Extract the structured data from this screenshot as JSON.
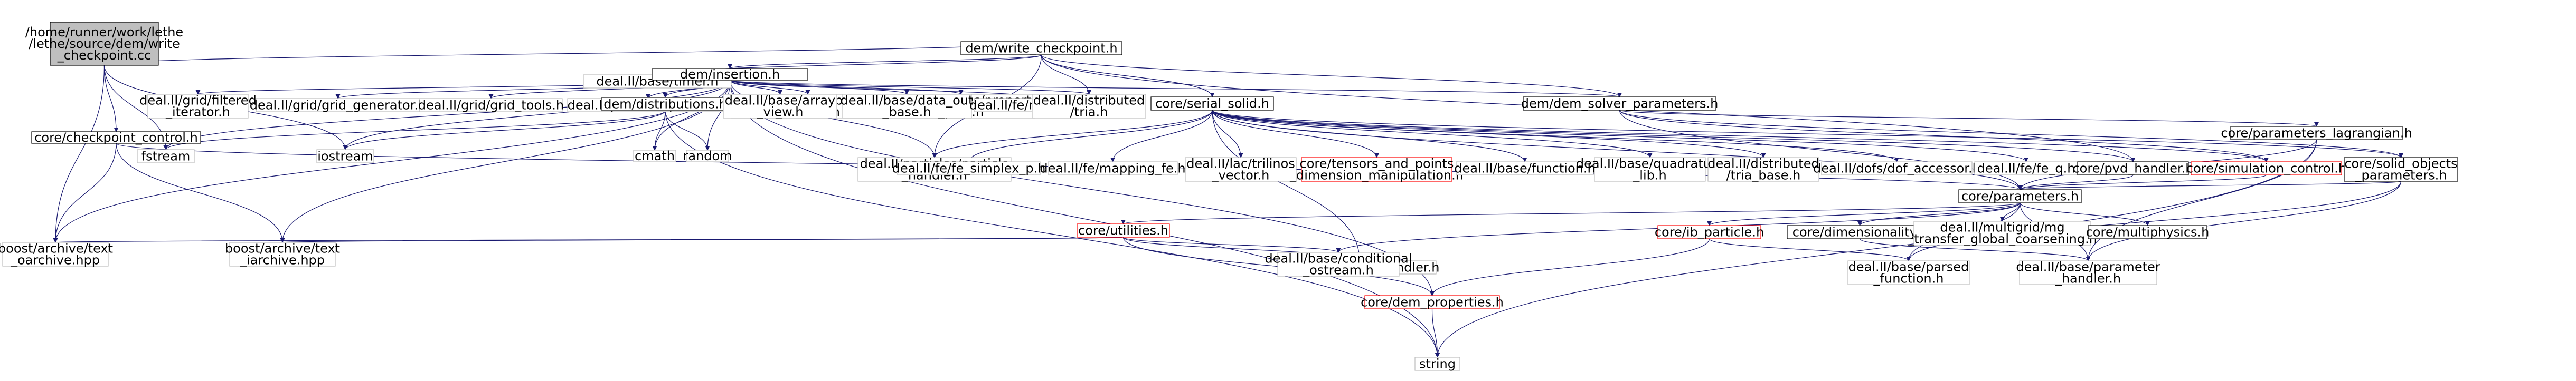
{
  "colors": {
    "edge": "#191970",
    "root_fill": "#bfbfbf",
    "normal_stroke": "#000000",
    "external_stroke": "#bfbfbf",
    "incomplete_stroke": "#ff0000",
    "text": "#000000",
    "background": "#ffffff"
  },
  "nodes": [
    {
      "id": "root",
      "kind": "root",
      "lines": [
        "/home/runner/work/lethe",
        "/lethe/source/dem/write",
        "_checkpoint.cc"
      ]
    },
    {
      "id": "write_checkpoint_h",
      "kind": "normal",
      "lines": [
        "dem/write_checkpoint.h"
      ]
    },
    {
      "id": "timer_h",
      "kind": "external",
      "lines": [
        "deal.II/base/timer.h"
      ]
    },
    {
      "id": "insertion_h",
      "kind": "normal",
      "lines": [
        "dem/insertion.h"
      ]
    },
    {
      "id": "serial_solid_h",
      "kind": "normal",
      "lines": [
        "core/serial_solid.h"
      ]
    },
    {
      "id": "dem_solver_parameters_h",
      "kind": "normal",
      "lines": [
        "dem/dem_solver_parameters.h"
      ]
    },
    {
      "id": "checkpoint_control_h",
      "kind": "normal",
      "lines": [
        "core/checkpoint_control.h"
      ]
    },
    {
      "id": "fstream",
      "kind": "external",
      "lines": [
        "fstream"
      ]
    },
    {
      "id": "iostream",
      "kind": "external",
      "lines": [
        "iostream"
      ]
    },
    {
      "id": "filtered_iterator_h",
      "kind": "external",
      "lines": [
        "deal.II/grid/filtered",
        "_iterator.h"
      ]
    },
    {
      "id": "grid_generator_h",
      "kind": "external",
      "lines": [
        "deal.II/grid/grid_generator.h"
      ]
    },
    {
      "id": "grid_tools_h",
      "kind": "external",
      "lines": [
        "deal.II/grid/grid_tools.h"
      ]
    },
    {
      "id": "particle_h",
      "kind": "external",
      "lines": [
        "deal.II/particles/particle.h"
      ]
    },
    {
      "id": "particle_iterator_h",
      "kind": "external",
      "lines": [
        "deal.II/particles/particle",
        "_iterator.h"
      ]
    },
    {
      "id": "property_pool_h",
      "kind": "external",
      "lines": [
        "deal.II/particles/property",
        "_pool.h"
      ]
    },
    {
      "id": "distributions_h",
      "kind": "normal",
      "lines": [
        "dem/distributions.h"
      ]
    },
    {
      "id": "array_view_h",
      "kind": "external",
      "lines": [
        "deal.II/base/array",
        "_view.h"
      ]
    },
    {
      "id": "data_out_base_h",
      "kind": "external",
      "lines": [
        "deal.II/base/data_out",
        "_base.h"
      ]
    },
    {
      "id": "mapping_q_h",
      "kind": "external",
      "lines": [
        "deal.II/fe/mapping_q.h"
      ]
    },
    {
      "id": "tria_h",
      "kind": "external",
      "lines": [
        "deal.II/distributed",
        "/tria.h"
      ]
    },
    {
      "id": "cmath",
      "kind": "external",
      "lines": [
        "cmath"
      ]
    },
    {
      "id": "random",
      "kind": "external",
      "lines": [
        "random"
      ]
    },
    {
      "id": "particle_handler_h",
      "kind": "external",
      "lines": [
        "deal.II/particles/particle",
        "_handler.h"
      ]
    },
    {
      "id": "fe_simplex_p_h",
      "kind": "external",
      "lines": [
        "deal.II/fe/fe_simplex_p.h"
      ]
    },
    {
      "id": "mapping_fe_h",
      "kind": "external",
      "lines": [
        "deal.II/fe/mapping_fe.h"
      ]
    },
    {
      "id": "trilinos_vector_h",
      "kind": "external",
      "lines": [
        "deal.II/lac/trilinos",
        "_vector.h"
      ]
    },
    {
      "id": "tensors_h",
      "kind": "incomplete",
      "lines": [
        "core/tensors_and_points",
        "_dimension_manipulation.h"
      ]
    },
    {
      "id": "function_h",
      "kind": "external",
      "lines": [
        "deal.II/base/function.h"
      ]
    },
    {
      "id": "quadrature_lib_h",
      "kind": "external",
      "lines": [
        "deal.II/base/quadrature",
        "_lib.h"
      ]
    },
    {
      "id": "tria_base_h",
      "kind": "external",
      "lines": [
        "deal.II/distributed",
        "/tria_base.h"
      ]
    },
    {
      "id": "dof_accessor_h",
      "kind": "external",
      "lines": [
        "deal.II/dofs/dof_accessor.h"
      ]
    },
    {
      "id": "fe_q_h",
      "kind": "external",
      "lines": [
        "deal.II/fe/fe_q.h"
      ]
    },
    {
      "id": "pvd_handler_h",
      "kind": "normal",
      "lines": [
        "core/pvd_handler.h"
      ]
    },
    {
      "id": "simulation_control_h",
      "kind": "incomplete",
      "lines": [
        "core/simulation_control.h"
      ]
    },
    {
      "id": "solid_objects_parameters_h",
      "kind": "normal",
      "lines": [
        "core/solid_objects",
        "_parameters.h"
      ]
    },
    {
      "id": "parameters_lagrangian_h",
      "kind": "normal",
      "lines": [
        "core/parameters_lagrangian.h"
      ]
    },
    {
      "id": "parameters_h",
      "kind": "normal",
      "lines": [
        "core/parameters.h"
      ]
    },
    {
      "id": "utilities_h",
      "kind": "incomplete",
      "lines": [
        "core/utilities.h"
      ]
    },
    {
      "id": "ib_particle_h",
      "kind": "incomplete",
      "lines": [
        "core/ib_particle.h"
      ]
    },
    {
      "id": "dimensionality_h",
      "kind": "normal",
      "lines": [
        "core/dimensionality.h"
      ]
    },
    {
      "id": "mg_transfer_h",
      "kind": "external",
      "lines": [
        "deal.II/multigrid/mg",
        "_transfer_global_coarsening.h"
      ]
    },
    {
      "id": "multiphysics_h",
      "kind": "normal",
      "lines": [
        "core/multiphysics.h"
      ]
    },
    {
      "id": "text_oarchive_hpp",
      "kind": "external",
      "lines": [
        "boost/archive/text",
        "_oarchive.hpp"
      ]
    },
    {
      "id": "text_iarchive_hpp",
      "kind": "external",
      "lines": [
        "boost/archive/text",
        "_iarchive.hpp"
      ]
    },
    {
      "id": "dof_handler_h",
      "kind": "external",
      "lines": [
        "deal.II/dofs/dof_handler.h"
      ]
    },
    {
      "id": "conditional_ostream_h",
      "kind": "external",
      "lines": [
        "deal.II/base/conditional",
        "_ostream.h"
      ]
    },
    {
      "id": "dem_properties_h",
      "kind": "incomplete",
      "lines": [
        "core/dem_properties.h"
      ]
    },
    {
      "id": "parsed_function_h",
      "kind": "external",
      "lines": [
        "deal.II/base/parsed",
        "_function.h"
      ]
    },
    {
      "id": "parameter_handler_h",
      "kind": "external",
      "lines": [
        "deal.II/base/parameter",
        "_handler.h"
      ]
    },
    {
      "id": "string",
      "kind": "external",
      "lines": [
        "string"
      ]
    }
  ],
  "edges": [
    [
      "root",
      "write_checkpoint_h"
    ],
    [
      "root",
      "checkpoint_control_h"
    ],
    [
      "root",
      "fstream"
    ],
    [
      "root",
      "iostream"
    ],
    [
      "root",
      "text_oarchive_hpp"
    ],
    [
      "write_checkpoint_h",
      "timer_h"
    ],
    [
      "write_checkpoint_h",
      "insertion_h"
    ],
    [
      "write_checkpoint_h",
      "serial_solid_h"
    ],
    [
      "write_checkpoint_h",
      "dem_solver_parameters_h"
    ],
    [
      "write_checkpoint_h",
      "tria_h"
    ],
    [
      "write_checkpoint_h",
      "particle_handler_h"
    ],
    [
      "write_checkpoint_h",
      "pvd_handler_h"
    ],
    [
      "insertion_h",
      "filtered_iterator_h"
    ],
    [
      "insertion_h",
      "grid_generator_h"
    ],
    [
      "insertion_h",
      "grid_tools_h"
    ],
    [
      "insertion_h",
      "particle_h"
    ],
    [
      "insertion_h",
      "particle_iterator_h"
    ],
    [
      "insertion_h",
      "property_pool_h"
    ],
    [
      "insertion_h",
      "distributions_h"
    ],
    [
      "insertion_h",
      "array_view_h"
    ],
    [
      "insertion_h",
      "data_out_base_h"
    ],
    [
      "insertion_h",
      "mapping_q_h"
    ],
    [
      "insertion_h",
      "tria_h"
    ],
    [
      "insertion_h",
      "dem_solver_parameters_h"
    ],
    [
      "insertion_h",
      "cmath"
    ],
    [
      "insertion_h",
      "random"
    ],
    [
      "insertion_h",
      "fstream"
    ],
    [
      "insertion_h",
      "iostream"
    ],
    [
      "insertion_h",
      "string"
    ],
    [
      "insertion_h",
      "text_iarchive_hpp"
    ],
    [
      "insertion_h",
      "text_oarchive_hpp"
    ],
    [
      "insertion_h",
      "particle_handler_h"
    ],
    [
      "insertion_h",
      "dem_properties_h"
    ],
    [
      "distributions_h",
      "cmath"
    ],
    [
      "distributions_h",
      "random"
    ],
    [
      "distributions_h",
      "fstream"
    ],
    [
      "distributions_h",
      "iostream"
    ],
    [
      "distributions_h",
      "string"
    ],
    [
      "serial_solid_h",
      "particle_handler_h"
    ],
    [
      "serial_solid_h",
      "fe_simplex_p_h"
    ],
    [
      "serial_solid_h",
      "mapping_fe_h"
    ],
    [
      "serial_solid_h",
      "trilinos_vector_h"
    ],
    [
      "serial_solid_h",
      "tensors_h"
    ],
    [
      "serial_solid_h",
      "function_h"
    ],
    [
      "serial_solid_h",
      "quadrature_lib_h"
    ],
    [
      "serial_solid_h",
      "tria_base_h"
    ],
    [
      "serial_solid_h",
      "dof_accessor_h"
    ],
    [
      "serial_solid_h",
      "fe_q_h"
    ],
    [
      "serial_solid_h",
      "pvd_handler_h"
    ],
    [
      "serial_solid_h",
      "simulation_control_h"
    ],
    [
      "serial_solid_h",
      "solid_objects_parameters_h"
    ],
    [
      "serial_solid_h",
      "parameters_h"
    ],
    [
      "serial_solid_h",
      "dof_handler_h"
    ],
    [
      "dem_solver_parameters_h",
      "simulation_control_h"
    ],
    [
      "dem_solver_parameters_h",
      "solid_objects_parameters_h"
    ],
    [
      "dem_solver_parameters_h",
      "parameters_lagrangian_h"
    ],
    [
      "dem_solver_parameters_h",
      "parameters_h"
    ],
    [
      "checkpoint_control_h",
      "parameters_h"
    ],
    [
      "checkpoint_control_h",
      "text_iarchive_hpp"
    ],
    [
      "checkpoint_control_h",
      "text_oarchive_hpp"
    ],
    [
      "pvd_handler_h",
      "parameters_h"
    ],
    [
      "simulation_control_h",
      "parameters_h"
    ],
    [
      "solid_objects_parameters_h",
      "parameters_h"
    ],
    [
      "solid_objects_parameters_h",
      "parsed_function_h"
    ],
    [
      "solid_objects_parameters_h",
      "parameter_handler_h"
    ],
    [
      "parameters_lagrangian_h",
      "parameters_h"
    ],
    [
      "parameters_lagrangian_h",
      "parameter_handler_h"
    ],
    [
      "parameters_lagrangian_h",
      "string"
    ],
    [
      "parameters_h",
      "utilities_h"
    ],
    [
      "parameters_h",
      "ib_particle_h"
    ],
    [
      "parameters_h",
      "dimensionality_h"
    ],
    [
      "parameters_h",
      "mg_transfer_h"
    ],
    [
      "parameters_h",
      "multiphysics_h"
    ],
    [
      "parameters_h",
      "parsed_function_h"
    ],
    [
      "parameters_h",
      "parameter_handler_h"
    ],
    [
      "parameters_h",
      "conditional_ostream_h"
    ],
    [
      "utilities_h",
      "text_oarchive_hpp"
    ],
    [
      "utilities_h",
      "text_iarchive_hpp"
    ],
    [
      "utilities_h",
      "dof_handler_h"
    ],
    [
      "utilities_h",
      "conditional_ostream_h"
    ],
    [
      "utilities_h",
      "dem_properties_h"
    ],
    [
      "ib_particle_h",
      "dem_properties_h"
    ],
    [
      "ib_particle_h",
      "parsed_function_h"
    ],
    [
      "dimensionality_h",
      "parameter_handler_h"
    ],
    [
      "dem_properties_h",
      "string"
    ]
  ]
}
